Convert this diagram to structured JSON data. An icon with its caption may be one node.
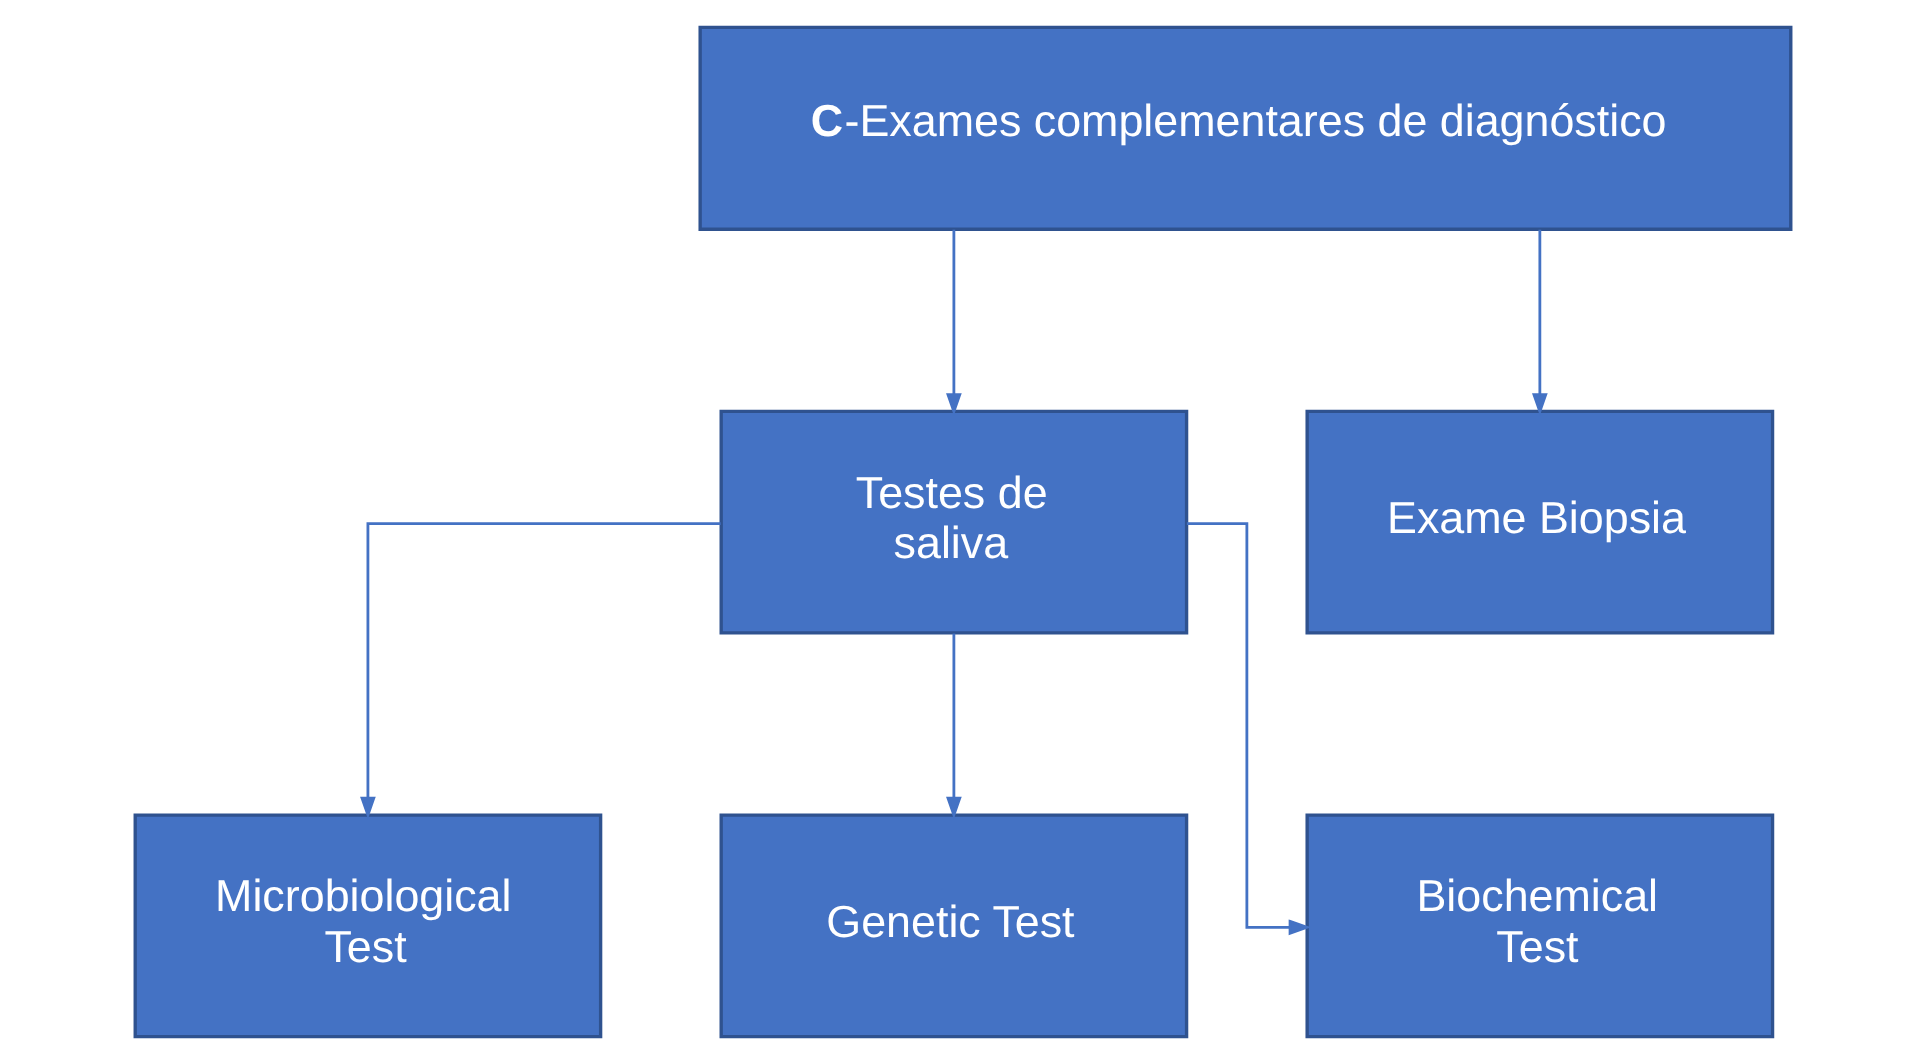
{
  "diagram": {
    "nodes": [
      {
        "text": [
          "**C**-Exames complementares de diagnóstico"
        ]
      },
      {
        "text": [
          "Testes de saliva"
        ]
      },
      {
        "text": [
          "Exame Biopsia"
        ]
      },
      {
        "text": [
          "Microbiological Test"
        ]
      },
      {
        "text": [
          "Genetic Test"
        ]
      },
      {
        "text": [
          "Biochemical Test"
        ]
      }
    ],
    "edges": [
      {
        "from": 0,
        "to": 1,
        "arrow": "to"
      },
      {
        "from": 0,
        "to": 2,
        "arrow": "to"
      },
      {
        "from": 1,
        "to": 3,
        "arrow": "to"
      },
      {
        "from": 1,
        "to": 4,
        "arrow": "to"
      },
      {
        "from": 1,
        "to": 5,
        "arrow": "to"
      }
    ]
  }
}
